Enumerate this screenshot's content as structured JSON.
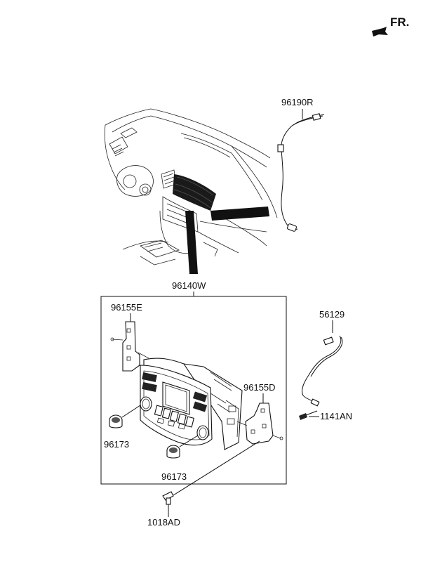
{
  "direction": {
    "label": "FR.",
    "icon": "forward-arrow-icon"
  },
  "parts": {
    "antenna_cable": "96190R",
    "audio_unit_assy": "96140W",
    "bracket_left": "96155E",
    "bracket_right": "96155D",
    "knob_upper": "96173",
    "knob_lower": "96173",
    "usb_cable": "56129",
    "screw_right": "1141AN",
    "screw_bottom": "1018AD"
  }
}
